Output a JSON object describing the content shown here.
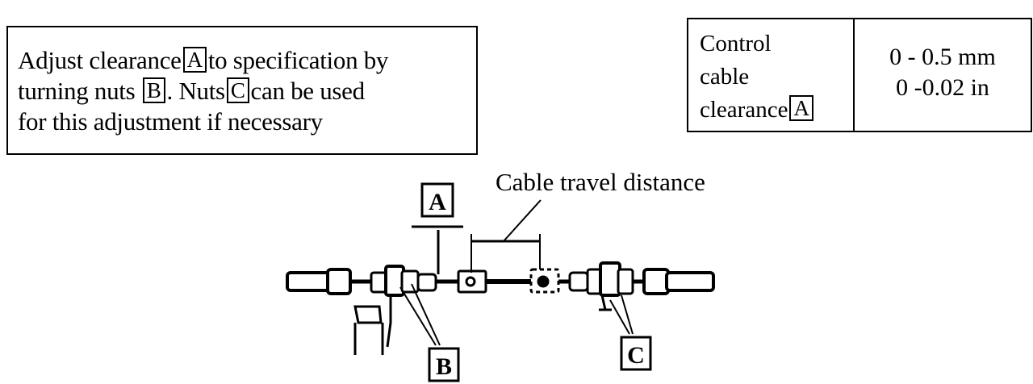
{
  "instruction": {
    "line1": {
      "pre": "Adjust clearance",
      "tag": "A",
      "post": "to specification by"
    },
    "line2": {
      "pre": "turning nuts ",
      "tag1": "B",
      "mid": ". Nuts",
      "tag2": "C",
      "post": "can be used"
    },
    "line3": "for this adjustment if necessary"
  },
  "spec_table": {
    "label_line1": "Control",
    "label_line2": "cable",
    "label_line3": "clearance",
    "label_tag": "A",
    "value_mm": "0 - 0.5 mm",
    "value_in": "0 -0.02 in"
  },
  "diagram": {
    "label_a": "A",
    "label_b": "B",
    "label_c": "C",
    "travel_label": "Cable travel distance"
  }
}
